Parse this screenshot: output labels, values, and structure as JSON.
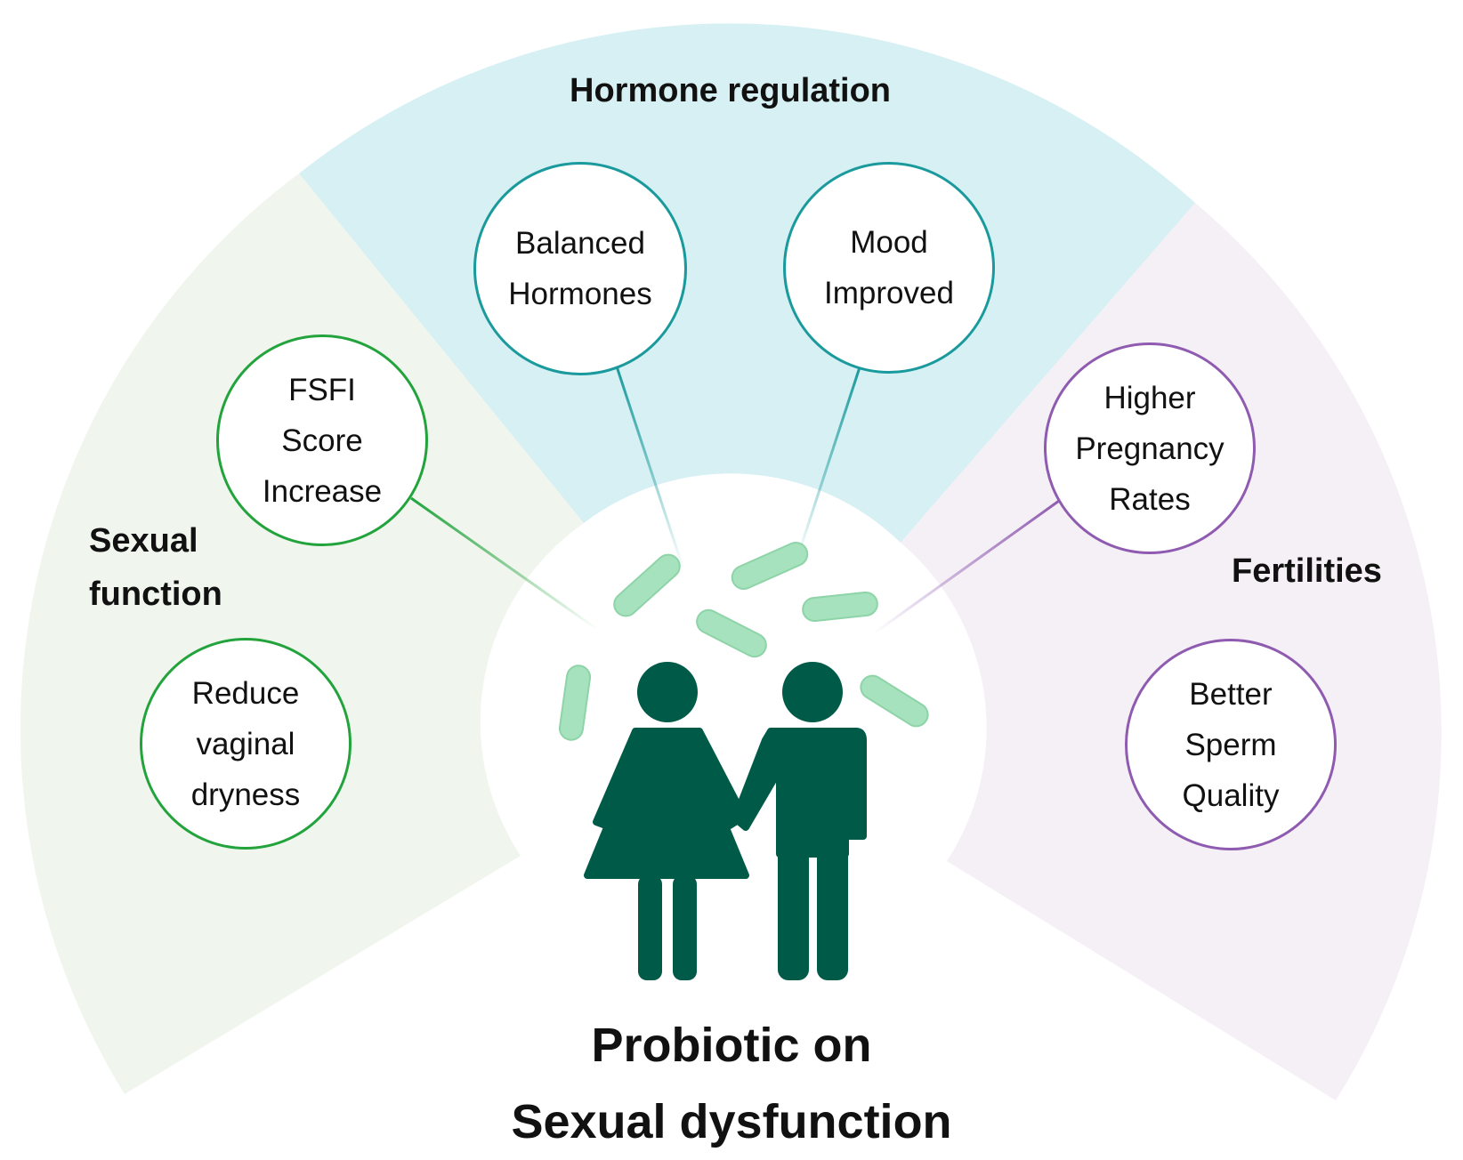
{
  "colors": {
    "sexual_function_bg": "#f0f6ee",
    "hormone_bg": "#d7f0f3",
    "fertility_bg": "#f5eff6",
    "green": "#22a33c",
    "teal": "#1a9a9c",
    "purple": "#8e5bb0",
    "people": "#005a48",
    "bacteria": "#a5e2bd"
  },
  "sections": {
    "hormone": {
      "label": "Hormone regulation"
    },
    "sexual": {
      "label_line1": "Sexual",
      "label_line2": "function"
    },
    "fertility": {
      "label": "Fertilities"
    }
  },
  "bubbles": {
    "balanced": [
      "Balanced",
      "Hormones"
    ],
    "mood": [
      "Mood",
      "Improved"
    ],
    "fsfi": [
      "FSFI",
      "Score",
      "Increase"
    ],
    "dryness": [
      "Reduce",
      "vaginal",
      "dryness"
    ],
    "pregnancy": [
      "Higher",
      "Pregnancy",
      "Rates"
    ],
    "sperm": [
      "Better",
      "Sperm",
      "Quality"
    ]
  },
  "center_icons": [
    "bacteria-icon",
    "woman-icon",
    "man-icon"
  ],
  "title": {
    "line1": "Probiotic on",
    "line2": "Sexual dysfunction"
  }
}
